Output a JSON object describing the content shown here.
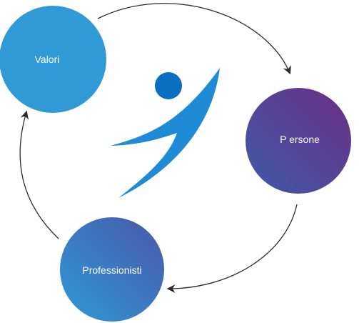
{
  "diagram": {
    "type": "cycle",
    "nodes": [
      {
        "id": "valori",
        "label": "Valori",
        "color_from": "#2f9ad6",
        "color_to": "#2f9ad6"
      },
      {
        "id": "persone",
        "label": "P ersone",
        "color_from": "#3f5aa8",
        "color_to": "#6a2f86"
      },
      {
        "id": "professionisti",
        "label": "Professionisti",
        "color_from": "#2f9ad6",
        "color_to": "#4a58a8"
      }
    ],
    "edges": [
      {
        "from": "valori",
        "to": "persone"
      },
      {
        "from": "persone",
        "to": "professionisti"
      },
      {
        "from": "professionisti",
        "to": "valori"
      }
    ],
    "arrow_color": "#2b2b2b",
    "logo": {
      "icon": "person-jumping-logo",
      "color_head": "#0a6fc0",
      "color_body": "#1f8ad6"
    }
  }
}
